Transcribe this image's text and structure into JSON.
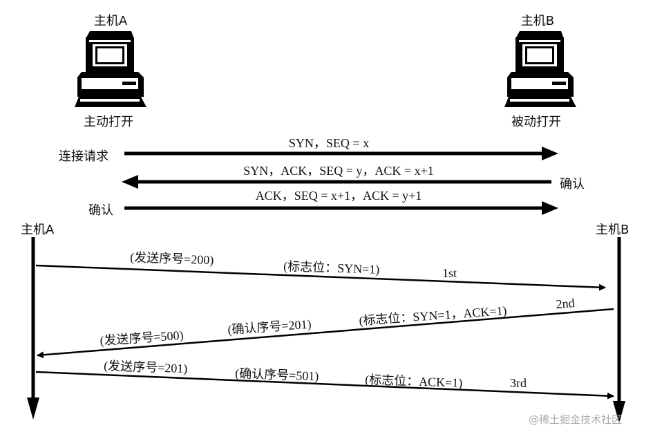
{
  "top": {
    "host_a": "主机A",
    "host_b": "主机B",
    "host_a_state": "主动打开",
    "host_b_state": "被动打开",
    "arrows": [
      {
        "label": "SYN，SEQ = x",
        "side_label": "连接请求"
      },
      {
        "label": "SYN，ACK，SEQ = y，ACK = x+1",
        "side_label": "确认"
      },
      {
        "label": "ACK，SEQ = x+1，ACK = y+1",
        "side_label": "确认"
      }
    ]
  },
  "bottom": {
    "host_a": "主机A",
    "host_b": "主机B",
    "messages": [
      {
        "step": "1st",
        "labels": [
          "(发送序号=200)",
          "(标志位：SYN=1)"
        ]
      },
      {
        "step": "2nd",
        "labels": [
          "(发送序号=500)",
          "(确认序号=201)",
          "(标志位：SYN=1，ACK=1)"
        ]
      },
      {
        "step": "3rd",
        "labels": [
          "(发送序号=201)",
          "(确认序号=501)",
          "(标志位：ACK=1)"
        ]
      }
    ]
  },
  "watermark": "@稀土掘金技术社区"
}
